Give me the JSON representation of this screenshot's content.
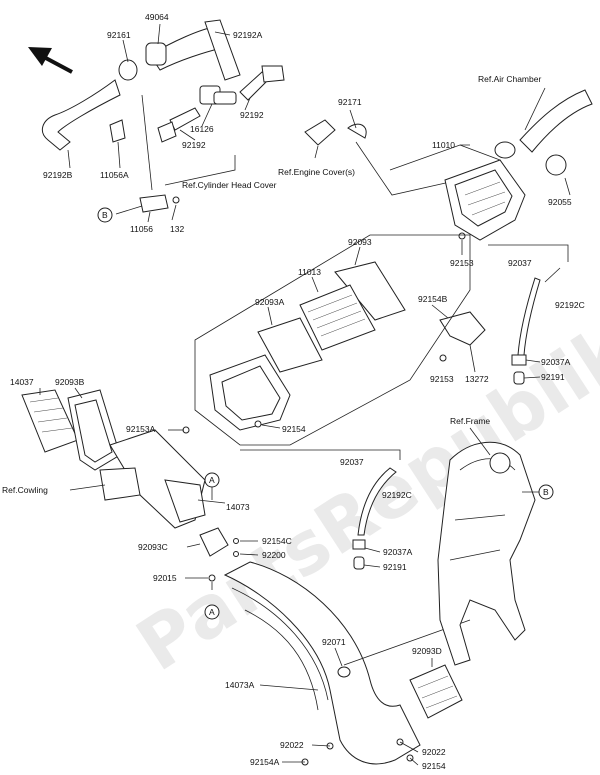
{
  "watermark": "PartsRepublik",
  "refs": {
    "air_chamber": "Ref.Air Chamber",
    "engine_cover": "Ref.Engine Cover(s)",
    "cylinder_head_cover": "Ref.Cylinder Head Cover",
    "cowling": "Ref.Cowling",
    "frame": "Ref.Frame"
  },
  "circle_markers": {
    "a": "A",
    "b": "B"
  },
  "parts": {
    "p49064": "49064",
    "p92161": "92161",
    "p92192a": "92192A",
    "p92192b": "92192B",
    "p11056a": "11056A",
    "p16126": "16126",
    "p92192_1": "92192",
    "p92192_2": "92192",
    "p11056": "11056",
    "p132": "132",
    "p92171": "92171",
    "p11010": "11010",
    "p92055": "92055",
    "p92093": "92093",
    "p11013": "11013",
    "p92093a": "92093A",
    "p92153_1": "92153",
    "p92037_1": "92037",
    "p92154b": "92154B",
    "p92192c_1": "92192C",
    "p92037a_1": "92037A",
    "p92191_1": "92191",
    "p13272": "13272",
    "p92153_2": "92153",
    "p14037": "14037",
    "p92093b": "92093B",
    "p92153a": "92153A",
    "p92154": "92154",
    "p92037_2": "92037",
    "p92192c_2": "92192C",
    "p14073": "14073",
    "p92037a_2": "92037A",
    "p92191_2": "92191",
    "p92154c": "92154C",
    "p92093c": "92093C",
    "p92200": "92200",
    "p92015": "92015",
    "p92071": "92071",
    "p92093d": "92093D",
    "p14073a": "14073A",
    "p92022_1": "92022",
    "p92022_2": "92022",
    "p92154a": "92154A",
    "p92154_2": "92154"
  }
}
